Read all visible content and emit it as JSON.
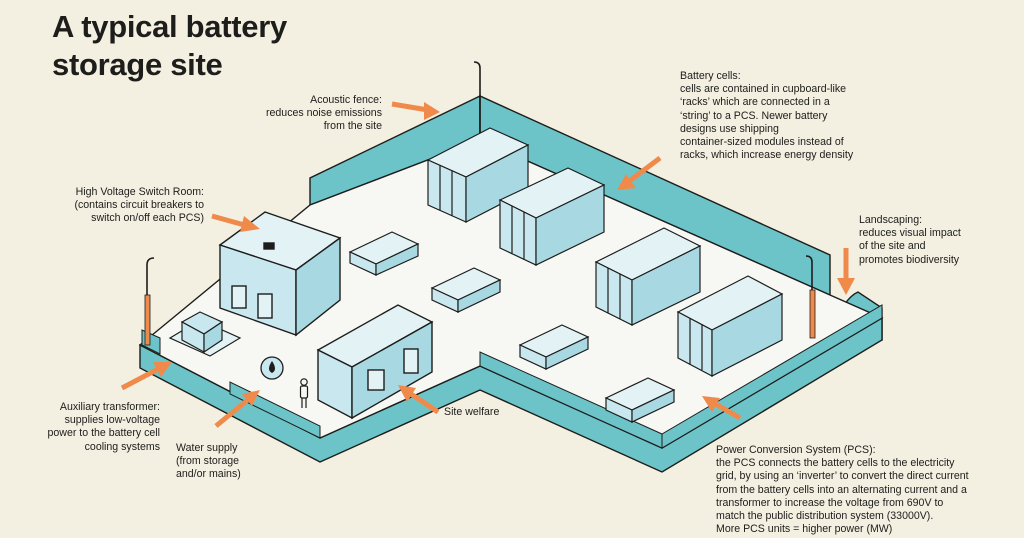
{
  "title": "A typical battery\nstorage site",
  "labels": {
    "acoustic_fence": "Acoustic fence:\nreduces noise emissions\nfrom the site",
    "battery_cells": "Battery cells:\ncells are contained in cupboard-like\n‘racks’ which are connected in a\n‘string’ to a PCS. Newer battery\ndesigns use shipping\ncontainer-sized modules instead of\nracks, which increase energy density",
    "hv_switch_room": "High Voltage Switch Room:\n(contains circuit breakers to\nswitch on/off each PCS)",
    "landscaping": "Landscaping:\nreduces visual impact\nof the site and\npromotes biodiversity",
    "aux_transformer": "Auxiliary transformer:\nsupplies low-voltage\npower to the battery cell\ncooling systems",
    "water_supply": "Water supply\n(from storage\nand/or mains)",
    "site_welfare": "Site welfare",
    "pcs": "Power Conversion System (PCS):\nthe PCS connects the battery cells to the electricity\ngrid, by using an ‘inverter’ to convert the direct current\nfrom the battery cells into an alternating current and a\ntransformer to increase the voltage from 690V to\nmatch the public distribution system (33000V).\nMore PCS units = higher power (MW)"
  },
  "colors": {
    "background": "#f3efe1",
    "fence": "#6cc4c8",
    "ground": "#f7f7f4",
    "building": "#c9e7ee",
    "outline": "#1d1d1b",
    "arrow": "#f08a4b"
  }
}
